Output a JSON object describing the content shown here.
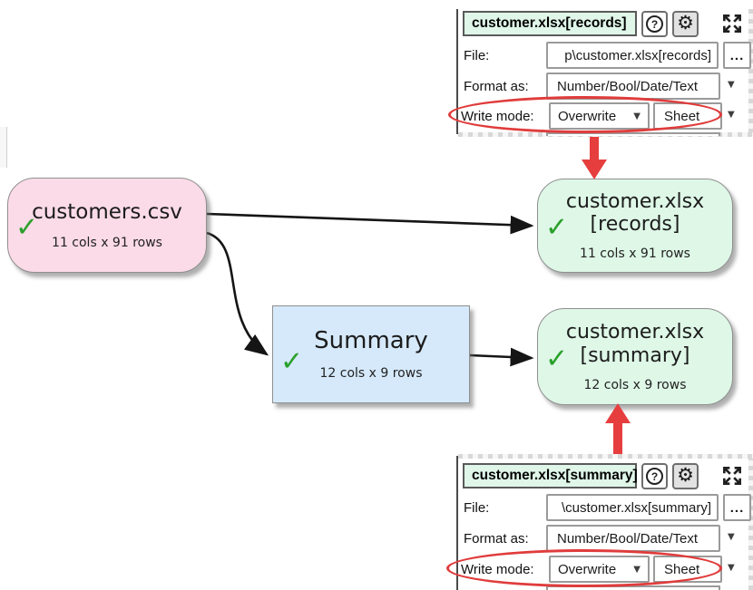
{
  "icons": {
    "dropdown_glyph": "▼",
    "check_glyph": "✓",
    "help_glyph": "?",
    "gear_glyph": "⚙",
    "ellipsis_label": "..."
  },
  "panels": {
    "records": {
      "title": "customer.xlsx[records]",
      "file_label": "File:",
      "file_value": "p\\customer.xlsx[records]",
      "format_label": "Format as:",
      "format_value": "Number/Bool/Date/Text",
      "write_mode_label": "Write mode:",
      "write_mode_value": "Overwrite",
      "sheet_mode_value": "Sheet"
    },
    "summary": {
      "title": "customer.xlsx[summary]",
      "file_label": "File:",
      "file_value": "\\customer.xlsx[summary]",
      "format_label": "Format as:",
      "format_value": "Number/Bool/Date/Text",
      "write_mode_label": "Write mode:",
      "write_mode_value": "Overwrite",
      "sheet_mode_value": "Sheet"
    }
  },
  "nodes": {
    "source_csv": {
      "title": "customers.csv",
      "stats": "11 cols x 91 rows"
    },
    "output_records": {
      "title_line1": "customer.xlsx",
      "title_line2": "[records]",
      "stats": "11 cols x 91 rows"
    },
    "transform_summary": {
      "title": "Summary",
      "stats": "12 cols x 9 rows"
    },
    "output_summary": {
      "title_line1": "customer.xlsx",
      "title_line2": "[summary]",
      "stats": "12 cols x 9 rows"
    }
  },
  "colors": {
    "node_pink": "#fbdbe7",
    "node_green": "#def7e7",
    "node_blue": "#d5e9fb",
    "panel_title_bg": "#dff6e8",
    "accent_red": "#e63e3e",
    "check_green": "#2aa02a",
    "edge_black": "#151515"
  }
}
